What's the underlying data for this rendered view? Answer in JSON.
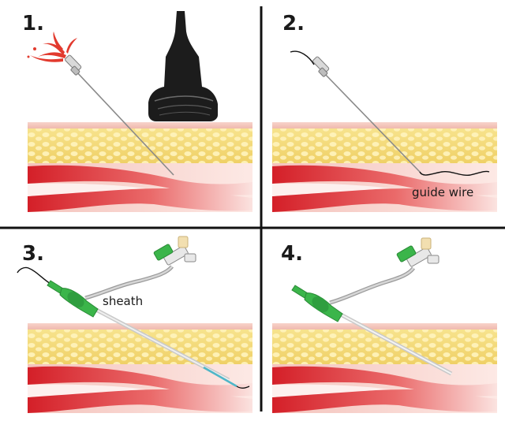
{
  "panels": [
    {
      "number": "1."
    },
    {
      "number": "2.",
      "annotation": "guide wire"
    },
    {
      "number": "3.",
      "annotation": "sheath"
    },
    {
      "number": "4."
    }
  ],
  "colors": {
    "fat": "#f3dc78",
    "fat_cells": "#fff3b8",
    "skin": "#f6c9c0",
    "vessel": "#d9242c",
    "probe": "#1c1c1c",
    "sheath_hub": "#3bb54a",
    "blood": "#e23a2e",
    "cap": "#f2dfb0"
  }
}
